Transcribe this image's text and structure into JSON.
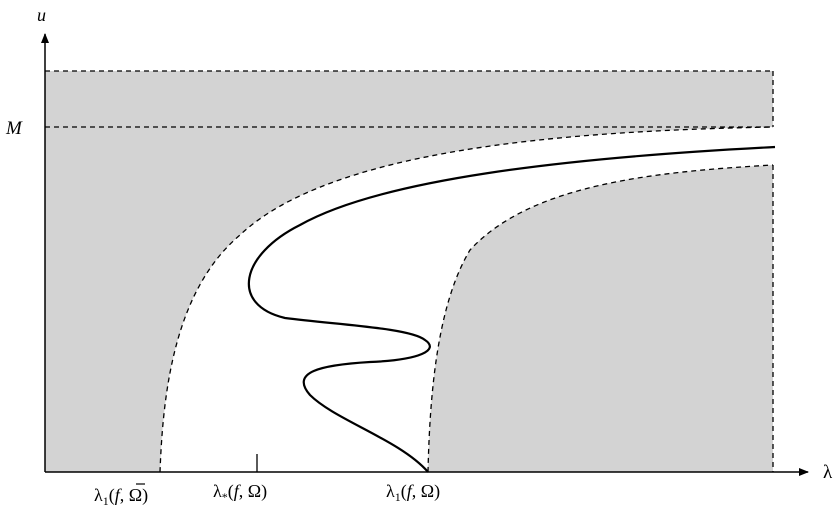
{
  "axes": {
    "x_label": "λ",
    "y_label": "u"
  },
  "levels": {
    "m_label": "M"
  },
  "ticks": {
    "lambda1_fbar": {
      "sym": "λ",
      "sub": "1",
      "open": "(",
      "f": "f",
      "rest": ", Ω)"
    },
    "lambda_star": {
      "sym": "λ",
      "sub": "*",
      "open": "(",
      "f": "f",
      "rest": ", Ω)"
    },
    "lambda1_f": {
      "sym": "λ",
      "sub": "1",
      "open": "(",
      "f": "f",
      "rest": ", Ω)"
    }
  },
  "colors": {
    "shade": "#d3d3d3",
    "line": "#000000"
  }
}
